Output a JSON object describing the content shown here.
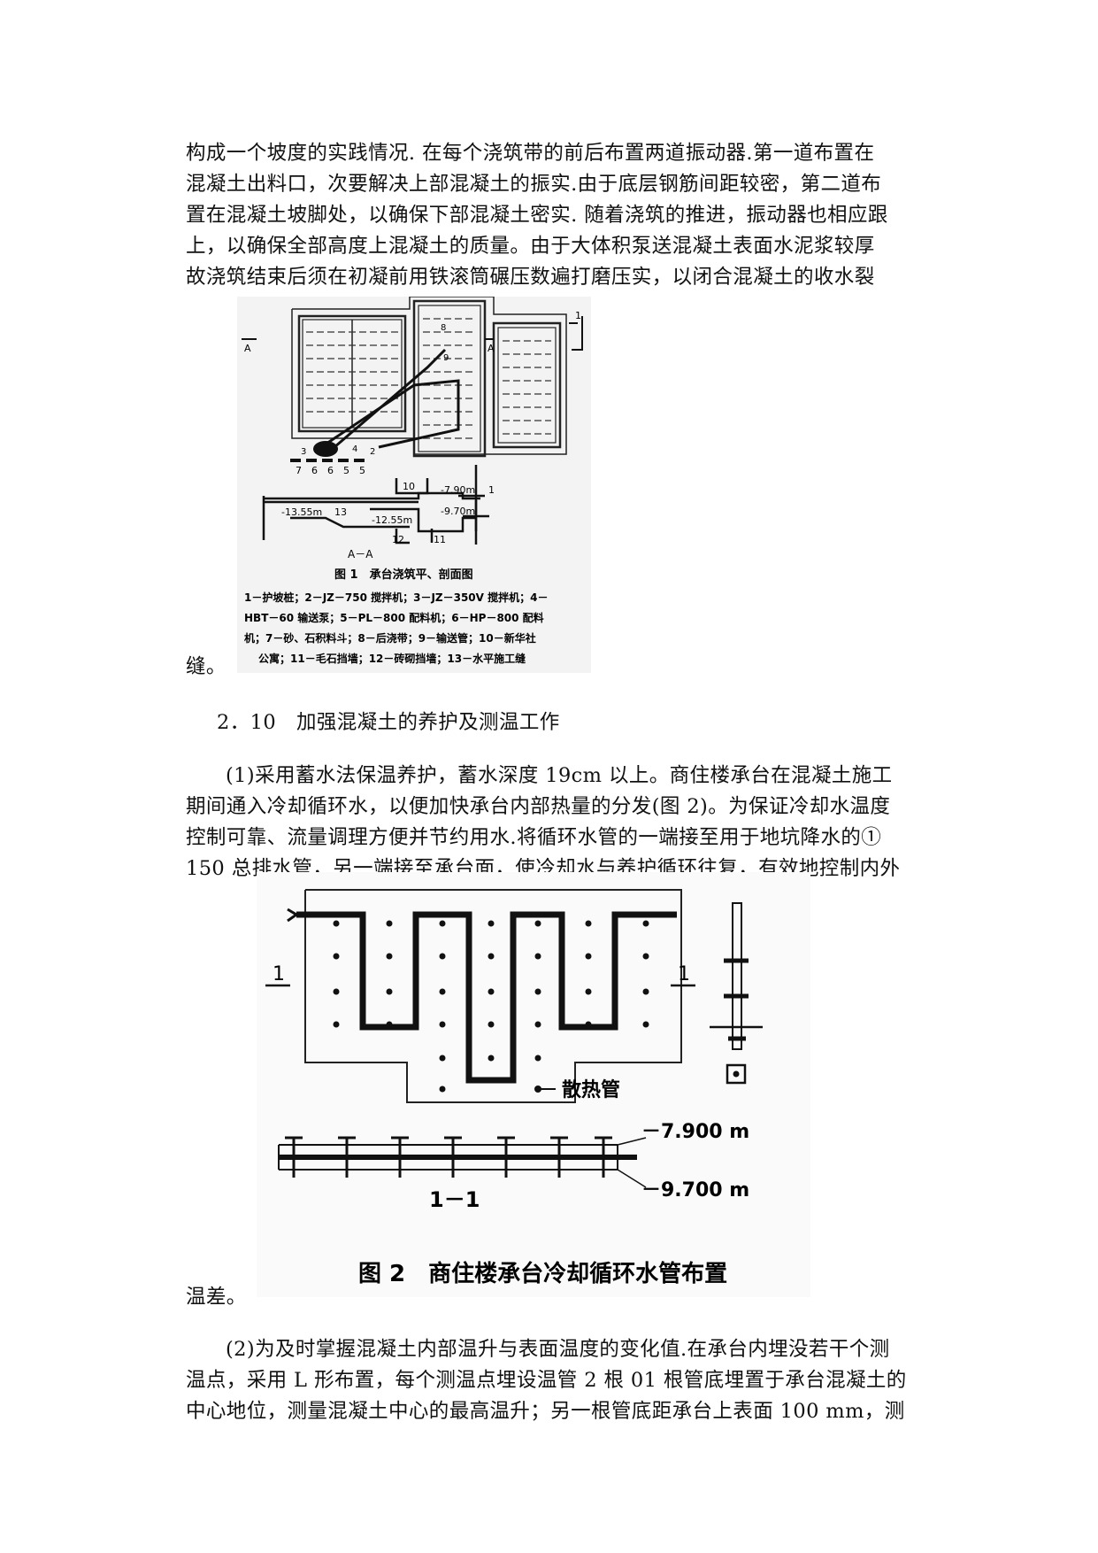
{
  "paragraph1": [
    "构成一个坡度的实践情况. 在每个浇筑带的前后布置两道振动器.第一道布置在",
    "混凝土出料口，次要解决上部混凝土的振实.由于底层钢筋间距较密，第二道布",
    "置在混凝土坡脚处，以确保下部混凝土密实. 随着浇筑的推进，振动器也相应跟",
    "上，以确保全部高度上混凝土的质量。由于大体积泵送混凝土表面水泥浆较厚",
    "故浇筑结束后须在初凝前用铁滚筒碾压数遍打磨压实，以闭合混凝土的收水裂"
  ],
  "paragraph1_end": "缝。",
  "figure1": {
    "labels": {
      "section_mark_1a": "1",
      "section_mark_1b": "1",
      "section_mark_a_left": "A",
      "section_mark_a_right": "A",
      "num_8": "8",
      "num_9": "9",
      "num_3": "3",
      "num_4": "4",
      "num_2": "2",
      "num_7": "7",
      "num_6a": "6",
      "num_6b": "6",
      "num_5a": "5",
      "num_5b": "5",
      "num_10": "10",
      "num_13": "13",
      "num_12": "12",
      "num_11": "11",
      "elev_1355": "-13.55m",
      "elev_1255": "-12.55m",
      "elev_790": "-7.90m",
      "elev_970": "-9.70m",
      "section_aa": "A－A"
    },
    "caption_title": "图 1　承台浇筑平、剖面图",
    "caption_lines": [
      "1－护坡桩；2－JZ－750 搅拌机；3－JZ－350V 搅拌机；4－",
      "HBT－60 输送泵；5－PL－800 配料机；6－HP－800 配料",
      "机；7－砂、石积料斗；8－后浇带；9－输送管；10－新华社",
      "公寓；11－毛石挡墙；12－砖砌挡墙；13－水平施工缝"
    ]
  },
  "heading_2_10": "2．10　加强混凝土的养护及测温工作",
  "paragraph2": [
    "(1)采用蓄水法保温养护，蓄水深度 19cm 以上。商住楼承台在混凝土施工",
    "期间通入冷却循环水，以便加快承台内部热量的分发(图 2)。为保证冷却水温度",
    "控制可靠、流量调理方便并节约用水.将循环水管的一端接至用于地坑降水的①",
    "150 总排水管，另一端接至承台面，使冷却水与养护循环往复，有效地控制内外"
  ],
  "paragraph2_end": "温差。",
  "figure2": {
    "section_left": "1",
    "section_right": "1",
    "pipe_label": "散热管",
    "elev_top": "－7.900 m",
    "elev_bottom": "－9.700 m",
    "section_11": "1－1",
    "caption": "图 2　商住楼承台冷却循环水管布置"
  },
  "paragraph3": [
    "(2)为及时掌握混凝土内部温升与表面温度的变化值.在承台内埋没若干个测",
    "温点，采用 L 形布置，每个测温点埋设温管 2 根 01 根管底埋置于承台混凝土的",
    "中心地位，测量混凝土中心的最高温升；另一根管底距承台上表面 100 mm，测"
  ]
}
